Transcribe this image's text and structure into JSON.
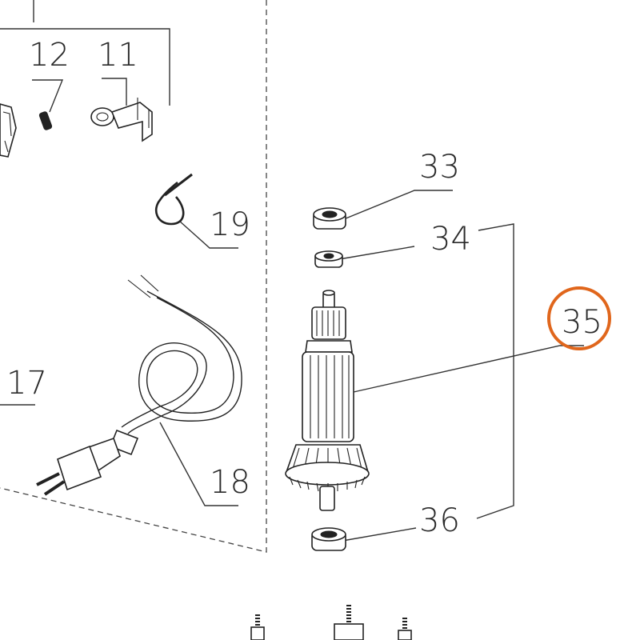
{
  "labels": {
    "p11": "11",
    "p12": "12",
    "p17": "17",
    "p18": "18",
    "p19": "19",
    "p33": "33",
    "p34": "34",
    "p35": "35",
    "p36": "36"
  },
  "colors": {
    "highlight": "#e0661c",
    "ink": "#222222"
  },
  "highlighted_part": "35"
}
